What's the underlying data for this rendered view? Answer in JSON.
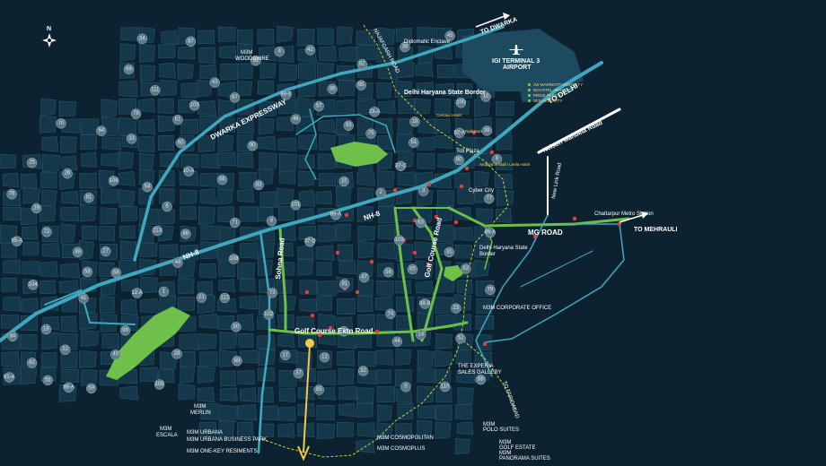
{
  "colors": {
    "background": "#0d2230",
    "block_fill": "#15374a",
    "block_stroke": "#24546a",
    "highway": "#3fa8bf",
    "green_road": "#6cc04a",
    "border_line": "#c8d43a",
    "park": "#6fc04a",
    "airport": "#1d4a5e",
    "marker": "#e04040",
    "route_arrow": "#f2c94c",
    "white_road": "#ffffff"
  },
  "compass": {
    "letter": "N",
    "icon": "compass-rose-icon"
  },
  "airport": {
    "line1": "IGI TERMINAL 3",
    "line2": "AIRPORT",
    "icon": "airplane-icon",
    "hotels": [
      "JW MARRIOTT AEROCITY",
      "NOVOTEL AEROCITY",
      "PRIDE PLAZA",
      "IBIS AEROCITY"
    ]
  },
  "directions": {
    "to_dwarka": "TO DWARKA",
    "to_delhi": "TO DELHI",
    "to_mehrauli": "TO MEHRAULI",
    "to_faridabad": "TO FARIDABAD"
  },
  "roads": {
    "dwarka_expressway": "DWARKA EXPRESSWAY",
    "nh8_west": "NH-8",
    "nh8_center": "NH-8",
    "sohna_road": "Sohna Road",
    "golf_course_extn": "Golf Course Extn Road",
    "golf_course_road": "Golf Course Road",
    "mg_road": "MG ROAD",
    "nelson_mandela": "Nelson Mandela Road",
    "new_link_road": "New Link Road",
    "najafgarh_road": "NAJAFGARH ROAD"
  },
  "places": {
    "diplomatic_enclave": "Diplomatic Enclave",
    "dh_border_top": "Delhi Haryana State  Border",
    "dh_border_right_1": "Delhi Haryana State",
    "dh_border_right_2": "Border",
    "chattarpur": "Chattarpur Metro Station",
    "centaur": "Centaur Hotel",
    "radisson": "Radisson",
    "ambience": "Ambience Mall / Leela Hotel",
    "cyber_city": "Cyber City",
    "toll_plaza": "Toll Plaza",
    "m3m_corporate": "M3M CORPORATE OFFICE",
    "experia_1": "THE EXPERIA",
    "experia_2": "SALES GALLERY"
  },
  "m3m_labels": {
    "woodshire": [
      "M3M",
      "WOODSHIRE"
    ],
    "escala": [
      "M3M",
      "ESCALA"
    ],
    "merlin": [
      "M3M",
      "MERLIN"
    ],
    "urbana_list": [
      "M3M URBANA",
      "M3M URBANA BUSINESS PARK",
      "M3M ONE-KEY RESIMENTS"
    ],
    "cosmopolitan": [
      "M3M COSMOPOLITAN",
      "M3M COSMOPLUS"
    ],
    "polo": [
      "M3M",
      "POLO SUITES"
    ],
    "golf_estate": [
      "M3M",
      "GOLF ESTATE"
    ],
    "panorama": [
      "M3M",
      "PANORAMA SUITES"
    ]
  },
  "sectors": [
    "108",
    "106",
    "109",
    "110",
    "111",
    "112",
    "113",
    "1",
    "2",
    "3",
    "4",
    "5",
    "6",
    "7",
    "8",
    "9",
    "10",
    "10-A",
    "12",
    "12-A",
    "14",
    "15",
    "17",
    "18",
    "19",
    "21",
    "22",
    "23",
    "23-A",
    "25",
    "26",
    "27",
    "28",
    "29",
    "31",
    "32",
    "33",
    "34",
    "36",
    "37",
    "37-C",
    "37-D",
    "38",
    "39",
    "40",
    "41",
    "42",
    "43",
    "44",
    "45",
    "46",
    "47",
    "48",
    "49",
    "50",
    "51",
    "52",
    "53",
    "54",
    "55",
    "56",
    "57",
    "58",
    "59",
    "60",
    "61",
    "62",
    "63",
    "64",
    "65",
    "66",
    "67",
    "68",
    "69",
    "70",
    "71",
    "72",
    "73",
    "74",
    "75",
    "76",
    "77",
    "78",
    "79",
    "80",
    "81",
    "81-A",
    "82",
    "82-A",
    "83",
    "84",
    "85",
    "86",
    "87",
    "88",
    "88-A",
    "88-B",
    "89",
    "89-A",
    "89-B",
    "90",
    "91",
    "92",
    "93",
    "95",
    "95-A",
    "99",
    "99-A",
    "100",
    "101",
    "102",
    "103",
    "104",
    "105"
  ]
}
